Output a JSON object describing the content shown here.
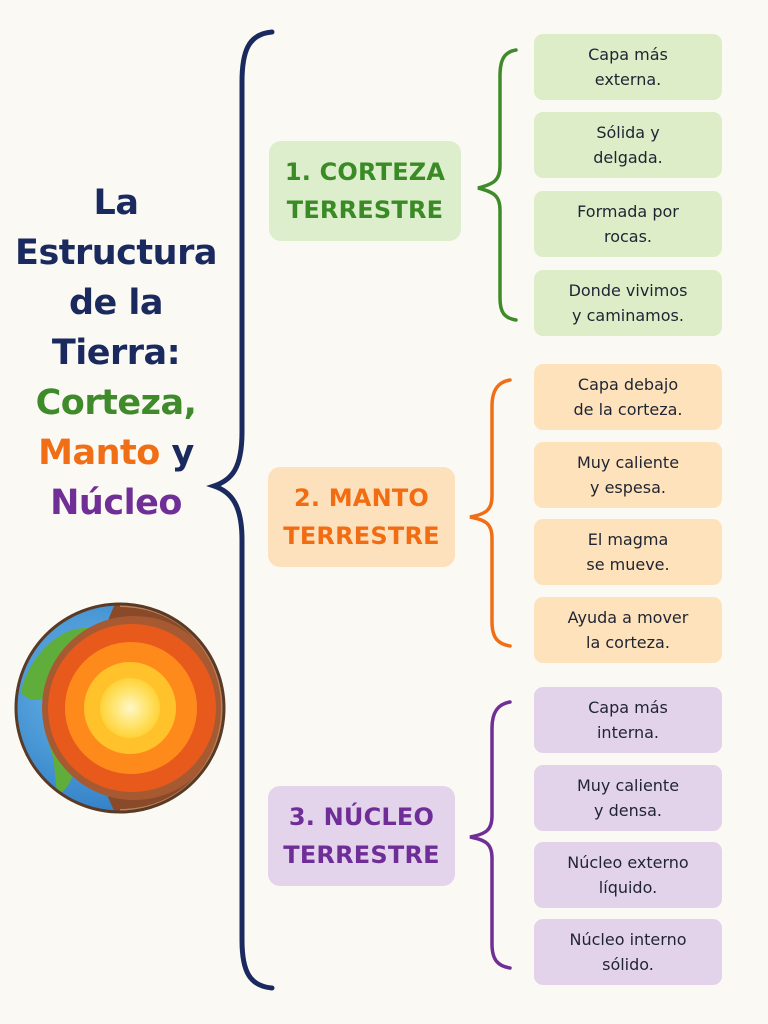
{
  "title": {
    "line1": "La",
    "line2": "Estructura",
    "line3": "de la",
    "line4": "Tierra:",
    "corteza": "Corteza,",
    "manto": "Manto",
    "y": "y",
    "nucleo": "Núcleo"
  },
  "colors": {
    "navy": "#1a2a5e",
    "green": "#3f8a2a",
    "orange": "#f06e16",
    "purple": "#6f2f97"
  },
  "globe_icon": "earth-cross-section-icon",
  "layers": [
    {
      "label": "1. CORTEZA\nTERRESTRE",
      "facts": [
        "Capa más\nexterna.",
        "Sólida y\ndelgada.",
        "Formada por\nrocas.",
        "Donde vivimos\ny caminamos."
      ]
    },
    {
      "label": "2. MANTO\nTERRESTRE",
      "facts": [
        "Capa debajo\nde la corteza.",
        "Muy caliente\ny espesa.",
        "El magma\nse mueve.",
        "Ayuda a mover\nla corteza."
      ]
    },
    {
      "label": "3. NÚCLEO\nTERRESTRE",
      "facts": [
        "Capa más\ninterna.",
        "Muy caliente\ny densa.",
        "Núcleo externo\nlíquido.",
        "Núcleo interno\nsólido."
      ]
    }
  ]
}
